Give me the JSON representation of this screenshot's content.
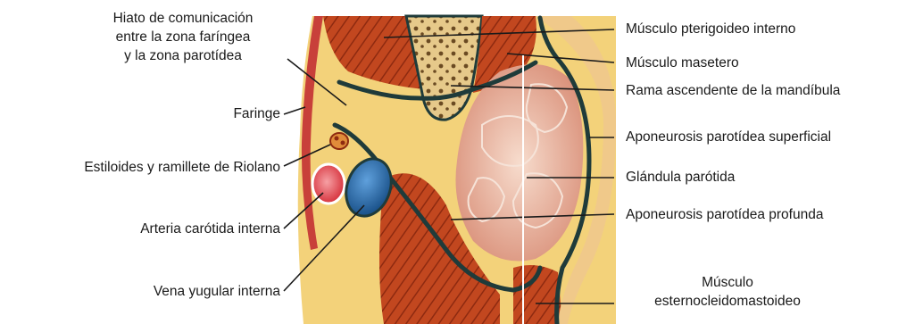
{
  "labels_left": {
    "hiato": [
      "Hiato de comunicación",
      "entre la zona faríngea",
      "y la zona parotídea"
    ],
    "faringe": "Faringe",
    "estiloides": "Estiloides y ramillete de Riolano",
    "carotida": "Arteria carótida interna",
    "yugular": "Vena yugular interna"
  },
  "labels_right": {
    "pterigoideo": "Músculo pterigoideo interno",
    "masetero": "Músculo masetero",
    "rama": "Rama ascendente de la mandíbula",
    "aponeurosis_superficial": "Aponeurosis parotídea superficial",
    "parotida": "Glándula parótida",
    "aponeurosis_profunda": "Aponeurosis parotídea profunda",
    "esternocleido": [
      "Músculo",
      "esternocleidomastoideo"
    ]
  },
  "colors": {
    "muscle": "#c2471f",
    "muscle_dark": "#8e2a10",
    "fat": "#f3d27a",
    "fascia": "#1f3b3a",
    "gland": "#e9b7a0",
    "bone": "#e6c98a",
    "artery": "#e0373f",
    "vein": "#1f5f9e",
    "pharynx": "#c8403a"
  }
}
